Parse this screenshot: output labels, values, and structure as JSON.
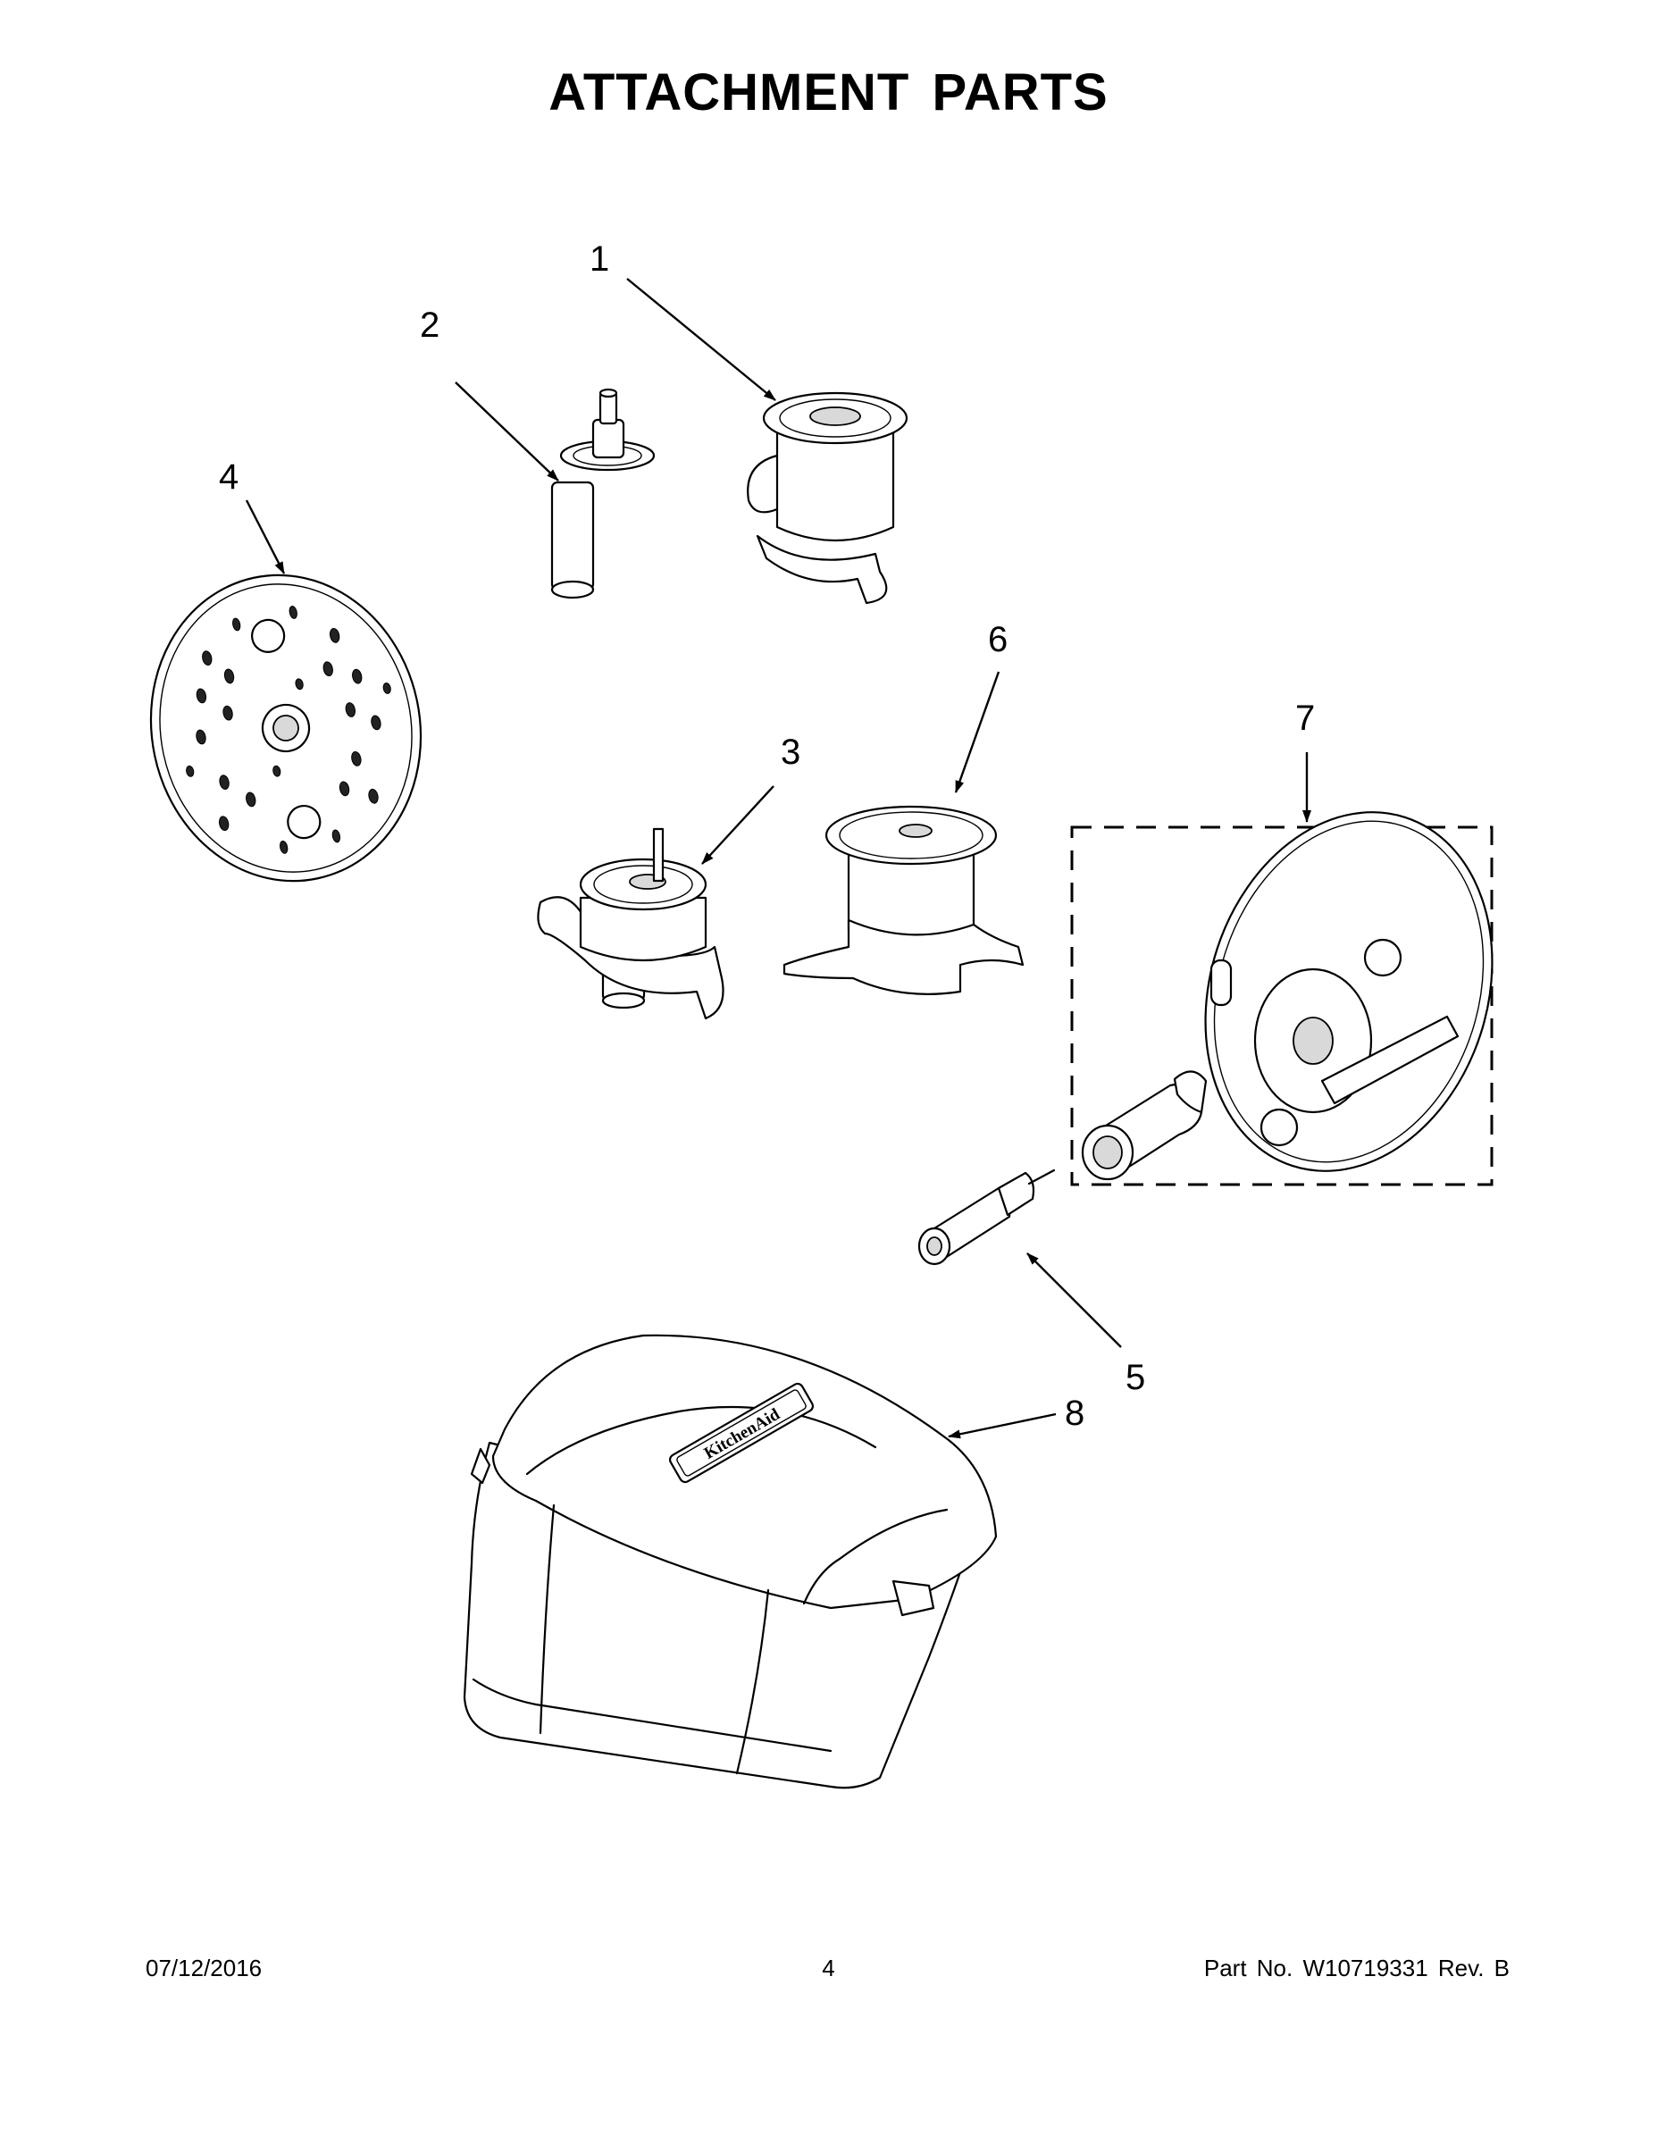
{
  "page": {
    "title": "ATTACHMENT PARTS",
    "footer": {
      "date": "07/12/2016",
      "page_number": "4",
      "part_number": "Part No.  W10719331  Rev.  B"
    }
  },
  "callouts": [
    {
      "id": "1",
      "label": "1"
    },
    {
      "id": "2",
      "label": "2"
    },
    {
      "id": "3",
      "label": "3"
    },
    {
      "id": "4",
      "label": "4"
    },
    {
      "id": "5",
      "label": "5"
    },
    {
      "id": "6",
      "label": "6"
    },
    {
      "id": "7",
      "label": "7"
    },
    {
      "id": "8",
      "label": "8"
    }
  ],
  "parts": [
    {
      "callout": "1",
      "name": "mini-bowl-blade-icon"
    },
    {
      "callout": "2",
      "name": "drive-adapter-shaft-icon"
    },
    {
      "callout": "3",
      "name": "multipurpose-blade-icon"
    },
    {
      "callout": "4",
      "name": "shredding-disc-icon"
    },
    {
      "callout": "5",
      "name": "adapter-stem-icon"
    },
    {
      "callout": "6",
      "name": "dough-blade-icon"
    },
    {
      "callout": "7",
      "name": "adjustable-slicing-disc-kit-icon"
    },
    {
      "callout": "8",
      "name": "storage-case-icon"
    }
  ],
  "logo_text": "KitchenAid"
}
